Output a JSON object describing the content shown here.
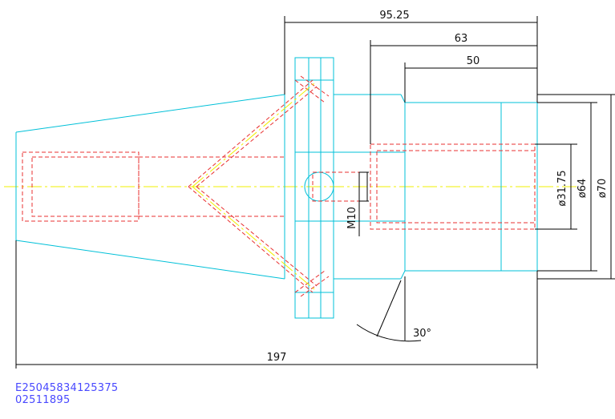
{
  "dimensions": {
    "overall_length": "197",
    "flange_to_end": "95.25",
    "bore_depth": "63",
    "shank_length": "50",
    "bore_diameter": "ø31.75",
    "body_diameter": "ø64",
    "flange_diameter": "ø70",
    "retention_thread": "M10",
    "chamfer_angle": "30°"
  },
  "part_codes": {
    "line1": "E25045834125375",
    "line2": "02511895"
  },
  "colors": {
    "outline": "#00c0d8",
    "hidden_lines": "#e83030",
    "center_line": "#f0f000",
    "dimension": "#000000",
    "code_text": "#4848ff"
  }
}
